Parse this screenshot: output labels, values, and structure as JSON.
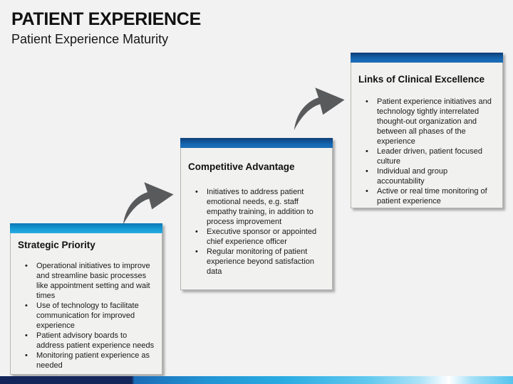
{
  "slide": {
    "title": "PATIENT EXPERIENCE",
    "subtitle": "Patient Experience Maturity"
  },
  "boxes": [
    {
      "title": "Strategic Priority",
      "accent": "light",
      "bullets": [
        "Operational initiatives to improve and streamline basic processes like appointment setting and wait times",
        "Use of technology to facilitate communication for improved experience",
        "Patient advisory boards to address patient experience needs",
        "Monitoring patient experience as needed"
      ]
    },
    {
      "title": "Competitive Advantage",
      "accent": "dark",
      "bullets": [
        "Initiatives to address patient emotional needs, e.g. staff empathy training, in addition to process improvement",
        "Executive sponsor or appointed chief experience officer",
        "Regular monitoring of patient experience beyond satisfaction data"
      ]
    },
    {
      "title": "Links of Clinical Excellence",
      "accent": "dark",
      "bullets": [
        "Patient experience initiatives and technology tightly interrelated thought-out organization and between all phases of the experience",
        "Leader driven, patient focused culture",
        "Individual and group accountability",
        "Active or real time monitoring of patient experience"
      ]
    }
  ],
  "icons": {
    "curved_arrow": "curved-up-right-arrow"
  },
  "colors": {
    "background": "#f2f2f2",
    "box_background": "#f1f1ef",
    "accent_light_blue_top": "#0b76b4",
    "accent_light_blue_bottom": "#29abe2",
    "accent_dark_blue_top": "#0e3e77",
    "accent_dark_blue_bottom": "#1c6fbb",
    "arrow_gray": "#595a5c",
    "footer_navy": "#13265c",
    "footer_cyan": "#29abe2",
    "text": "#1a1a1a"
  }
}
